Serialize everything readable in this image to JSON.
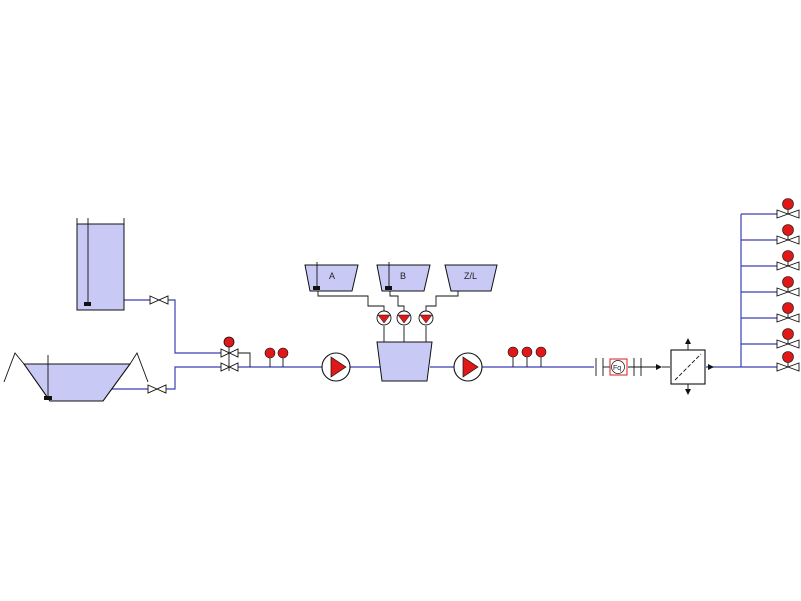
{
  "tanks": {
    "a": {
      "label": "A"
    },
    "b": {
      "label": "B"
    },
    "zl": {
      "label": "Z/L"
    }
  },
  "meter": {
    "label": "Fq"
  },
  "colors": {
    "pipe": "#3a3fb5",
    "tank_fill": "#c9c9f5",
    "indicator": "#e01818",
    "outline": "#111111"
  },
  "icons": {
    "pump": "pump-icon",
    "valve": "valve-icon",
    "indicator": "indicator-icon",
    "filter": "filter-icon",
    "meter": "flow-meter-icon"
  }
}
